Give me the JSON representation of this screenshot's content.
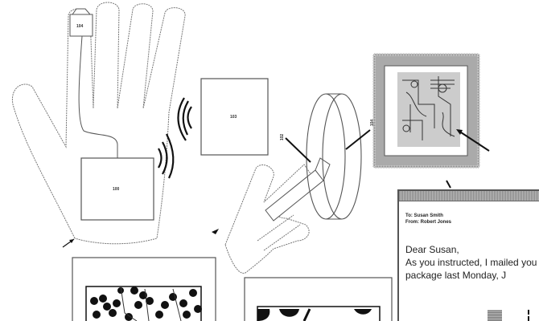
{
  "figure": {
    "type": "patent drawing",
    "labels": {
      "fingertip_sensor": "104",
      "wrist_module": "100",
      "external_device": "103",
      "pointer_ref_left": "102",
      "pointer_ref_right": "104"
    }
  },
  "email": {
    "to": "To: Susan Smith",
    "from": "From: Robert Jones",
    "greeting": "Dear Susan,",
    "line1": "As you instructed, I mailed you",
    "line2": "package last Monday, J"
  },
  "colors": {
    "line": "#555555",
    "ink": "#111111",
    "hatch": "#999999"
  }
}
